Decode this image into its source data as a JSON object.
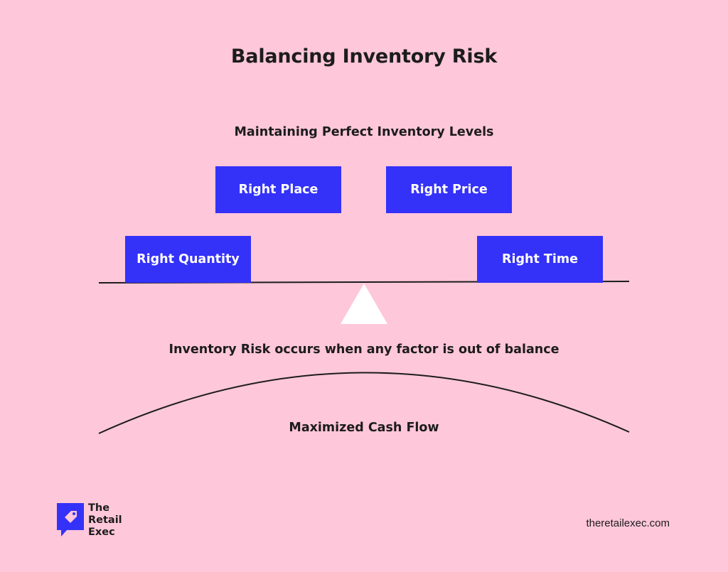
{
  "title": "Balancing Inventory Risk",
  "subtitle": "Maintaining Perfect Inventory Levels",
  "factors": [
    {
      "label": "Right Place"
    },
    {
      "label": "Right Price"
    },
    {
      "label": "Right Quantity"
    },
    {
      "label": "Right Time"
    }
  ],
  "risk_text": "Inventory Risk occurs when any factor is out of balance",
  "foundation_text": "Maximized Cash Flow",
  "logo": {
    "line1": "The",
    "line2": "Retail",
    "line3": "Exec"
  },
  "website": "theretailexec.com",
  "colors": {
    "background": "#ffc7da",
    "box": "#3431f9",
    "box_text": "#ffffff",
    "fulcrum": "#ffffff",
    "line": "#1c1c1c"
  }
}
